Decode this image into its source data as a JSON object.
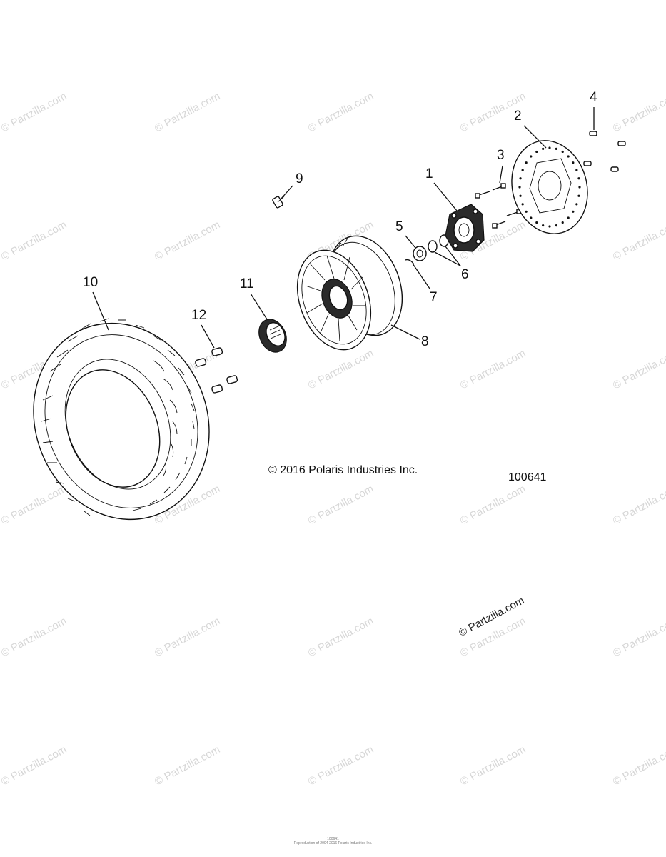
{
  "copyright": "© 2016 Polaris Industries Inc.",
  "diagram_id": "100641",
  "watermark_text": "© Partzilla.com",
  "footer": {
    "line1": "100641",
    "line2": "Reproduction of 2004-2016 Polaris Industries Inc."
  },
  "callouts": [
    {
      "id": "1",
      "label": "1"
    },
    {
      "id": "2",
      "label": "2"
    },
    {
      "id": "3",
      "label": "3"
    },
    {
      "id": "4",
      "label": "4"
    },
    {
      "id": "5",
      "label": "5"
    },
    {
      "id": "6",
      "label": "6"
    },
    {
      "id": "7",
      "label": "7"
    },
    {
      "id": "8",
      "label": "8"
    },
    {
      "id": "9",
      "label": "9"
    },
    {
      "id": "10",
      "label": "10"
    },
    {
      "id": "11",
      "label": "11"
    },
    {
      "id": "12",
      "label": "12"
    }
  ],
  "colors": {
    "ink": "#111111",
    "watermark": "#d7d7d7",
    "background": "#ffffff"
  }
}
